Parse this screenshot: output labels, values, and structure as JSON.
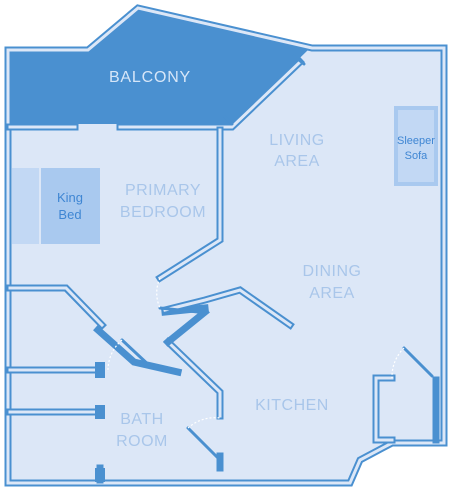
{
  "rooms": {
    "balcony": "BALCONY",
    "living_1": "LIVING",
    "living_2": "AREA",
    "bedroom_1": "PRIMARY",
    "bedroom_2": "BEDROOM",
    "dining_1": "DINING",
    "dining_2": "AREA",
    "kitchen": "KITCHEN",
    "bath_1": "BATH",
    "bath_2": "ROOM"
  },
  "furniture": {
    "bed_1": "King",
    "bed_2": "Bed",
    "sofa_1": "Sleeper",
    "sofa_2": "Sofa"
  },
  "colors": {
    "wall": "#4a90d0",
    "floor": "#dce7f7",
    "balcony": "#4a90d0",
    "furniture": "#a9c9ef",
    "label": "#a9c6ea"
  }
}
